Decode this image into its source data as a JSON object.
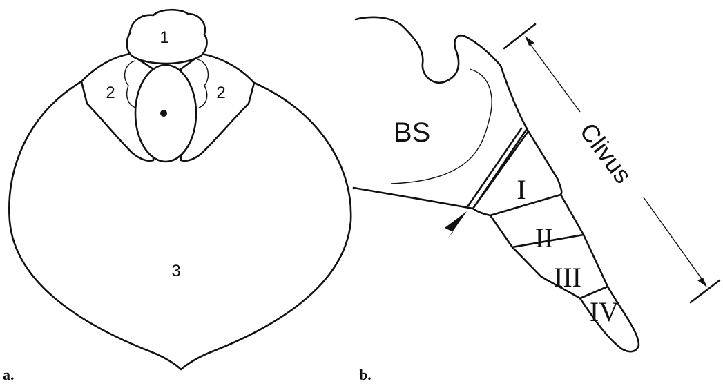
{
  "panel_a": {
    "caption": "a.",
    "labels": {
      "one": "1",
      "two_left": "2",
      "two_right": "2",
      "three": "3"
    }
  },
  "panel_b": {
    "caption": "b.",
    "bs_label": "BS",
    "clivus_label": "Clivus",
    "segments": [
      "I",
      "II",
      "III",
      "IV"
    ]
  }
}
